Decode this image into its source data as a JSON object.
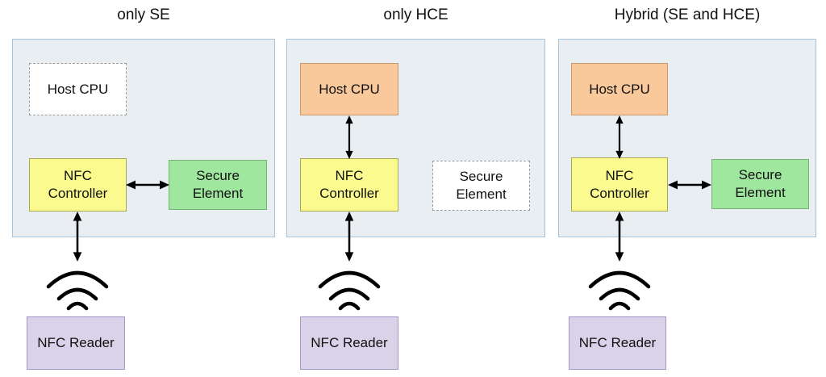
{
  "panels": [
    {
      "title": "only SE",
      "host_cpu_label": "Host CPU",
      "nfc_controller_label": "NFC Controller",
      "secure_element_label": "Secure Element",
      "nfc_reader_label": "NFC Reader"
    },
    {
      "title": "only HCE",
      "host_cpu_label": "Host CPU",
      "nfc_controller_label": "NFC Controller",
      "secure_element_label": "Secure Element",
      "nfc_reader_label": "NFC Reader"
    },
    {
      "title": "Hybrid (SE and HCE)",
      "host_cpu_label": "Host CPU",
      "nfc_controller_label": "NFC Controller",
      "secure_element_label": "Secure Element",
      "nfc_reader_label": "NFC Reader"
    }
  ],
  "colors": {
    "container_fill": "#e9eef2",
    "container_border": "#a7c4da",
    "host_cpu_active_fill": "#f9c99b",
    "nfc_controller_fill": "#fafa8e",
    "secure_element_active_fill": "#9fe79f",
    "nfc_reader_fill": "#d9d2e9",
    "inactive_box_fill": "#ffffff",
    "arrow_color": "#000000"
  }
}
